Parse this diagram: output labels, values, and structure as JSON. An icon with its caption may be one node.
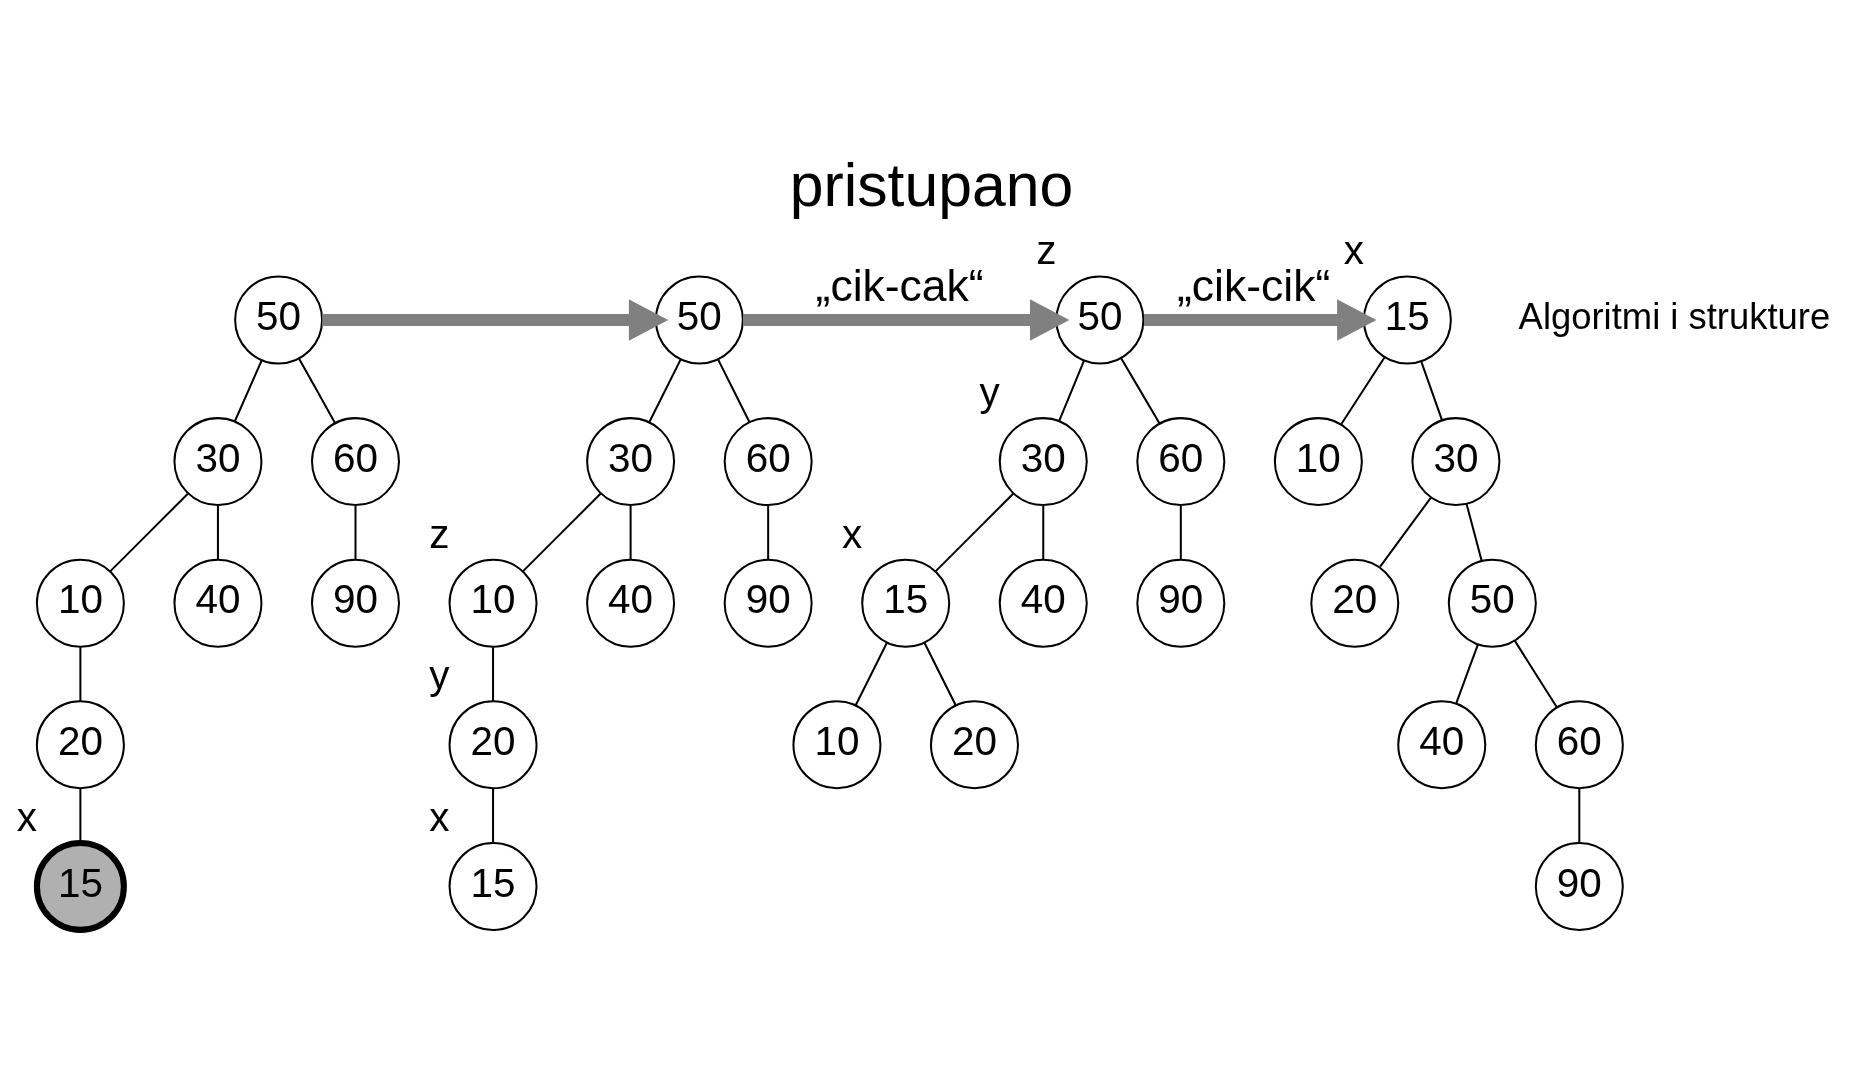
{
  "diagram": {
    "title": "pristupano",
    "nodes": [
      {
        "text": [
          "50"
        ]
      },
      {
        "text": [
          "30"
        ]
      },
      {
        "text": [
          "60"
        ]
      },
      {
        "text": [
          "10"
        ]
      },
      {
        "text": [
          "40"
        ]
      },
      {
        "text": [
          "90"
        ]
      },
      {
        "text": [
          "20"
        ]
      },
      {
        "text": [
          "15"
        ],
        "beside": [
          "x"
        ]
      },
      {
        "text": [
          "50"
        ]
      },
      {
        "text": [
          "30"
        ]
      },
      {
        "text": [
          "60"
        ]
      },
      {
        "text": [
          "10"
        ],
        "beside": [
          "z"
        ]
      },
      {
        "text": [
          "40"
        ]
      },
      {
        "text": [
          "90"
        ]
      },
      {
        "text": [
          "20"
        ],
        "beside": [
          "y"
        ]
      },
      {
        "text": [
          "15"
        ],
        "beside": [
          "x"
        ]
      },
      {
        "text": [
          "50"
        ],
        "beside": [
          "z"
        ]
      },
      {
        "text": [
          "30"
        ],
        "beside": [
          "y"
        ]
      },
      {
        "text": [
          "60"
        ]
      },
      {
        "text": [
          "15"
        ],
        "beside": [
          "x"
        ]
      },
      {
        "text": [
          "40"
        ]
      },
      {
        "text": [
          "90"
        ]
      },
      {
        "text": [
          "10"
        ]
      },
      {
        "text": [
          "20"
        ]
      },
      {
        "text": [
          "15"
        ],
        "beside": [
          "x"
        ]
      },
      {
        "text": [
          "10"
        ]
      },
      {
        "text": [
          "30"
        ]
      },
      {
        "text": [
          "20"
        ]
      },
      {
        "text": [
          "50"
        ]
      },
      {
        "text": [
          "40"
        ]
      },
      {
        "text": [
          "60"
        ]
      },
      {
        "text": [
          "90"
        ]
      }
    ],
    "edges": [
      {
        "from": 0,
        "to": 1,
        "arrow": "none"
      },
      {
        "from": 0,
        "to": 2,
        "arrow": "none"
      },
      {
        "from": 1,
        "to": 3,
        "arrow": "none"
      },
      {
        "from": 1,
        "to": 4,
        "arrow": "none"
      },
      {
        "from": 2,
        "to": 5,
        "arrow": "none"
      },
      {
        "from": 3,
        "to": 6,
        "arrow": "none"
      },
      {
        "from": 6,
        "to": 7,
        "arrow": "none"
      },
      {
        "from": 8,
        "to": 9,
        "arrow": "none"
      },
      {
        "from": 8,
        "to": 10,
        "arrow": "none"
      },
      {
        "from": 9,
        "to": 11,
        "arrow": "none"
      },
      {
        "from": 9,
        "to": 12,
        "arrow": "none"
      },
      {
        "from": 10,
        "to": 13,
        "arrow": "none"
      },
      {
        "from": 11,
        "to": 14,
        "arrow": "none"
      },
      {
        "from": 14,
        "to": 15,
        "arrow": "none"
      },
      {
        "from": 16,
        "to": 17,
        "arrow": "none"
      },
      {
        "from": 16,
        "to": 18,
        "arrow": "none"
      },
      {
        "from": 17,
        "to": 19,
        "arrow": "none"
      },
      {
        "from": 17,
        "to": 20,
        "arrow": "none"
      },
      {
        "from": 18,
        "to": 21,
        "arrow": "none"
      },
      {
        "from": 19,
        "to": 22,
        "arrow": "none"
      },
      {
        "from": 19,
        "to": 23,
        "arrow": "none"
      },
      {
        "from": 24,
        "to": 25,
        "arrow": "none"
      },
      {
        "from": 24,
        "to": 26,
        "arrow": "none"
      },
      {
        "from": 26,
        "to": 27,
        "arrow": "none"
      },
      {
        "from": 26,
        "to": 28,
        "arrow": "none"
      },
      {
        "from": 28,
        "to": 29,
        "arrow": "none"
      },
      {
        "from": 28,
        "to": 30,
        "arrow": "none"
      },
      {
        "from": 30,
        "to": 31,
        "arrow": "none"
      },
      {
        "from": 0,
        "to": 8,
        "arrow": "to",
        "style": "thick",
        "color": "#808080"
      },
      {
        "from": 8,
        "to": 16,
        "arrow": "to",
        "label": "„cik-cak“",
        "style": "thick",
        "color": "#808080"
      },
      {
        "from": 16,
        "to": 24,
        "arrow": "to",
        "label": "„cik-cik“",
        "style": "thick",
        "color": "#808080"
      }
    ],
    "labels": [
      "Algoritmi i strukture"
    ]
  }
}
